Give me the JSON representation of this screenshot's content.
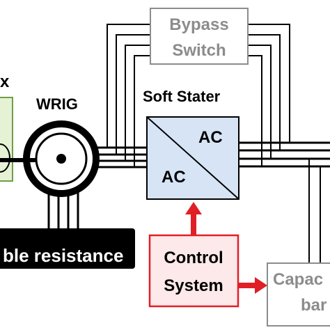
{
  "labels": {
    "gearbox_fragment": "x",
    "wrig": "WRIG",
    "bypass_line1": "Bypass",
    "bypass_line2": "Switch",
    "soft_starter": "Soft Stater",
    "ac_top": "AC",
    "ac_bottom": "AC",
    "resistance": "ble resistance",
    "control_line1": "Control",
    "control_line2": "System",
    "capacitor_line1": "Capac",
    "capacitor_line2": "bar"
  },
  "colors": {
    "line": "#000000",
    "gray_box": "#8c8c8c",
    "gray_text": "#8c8c8c",
    "converter_fill": "#d6e4f6",
    "converter_stroke": "#000000",
    "gearbox_fill": "#e6f2d4",
    "gearbox_stroke": "#6f9e46",
    "control_fill": "#fde9e9",
    "control_stroke": "#e01f26",
    "arrow": "#e01f26",
    "resistance_fill": "#000000",
    "resistance_text": "#ffffff"
  }
}
